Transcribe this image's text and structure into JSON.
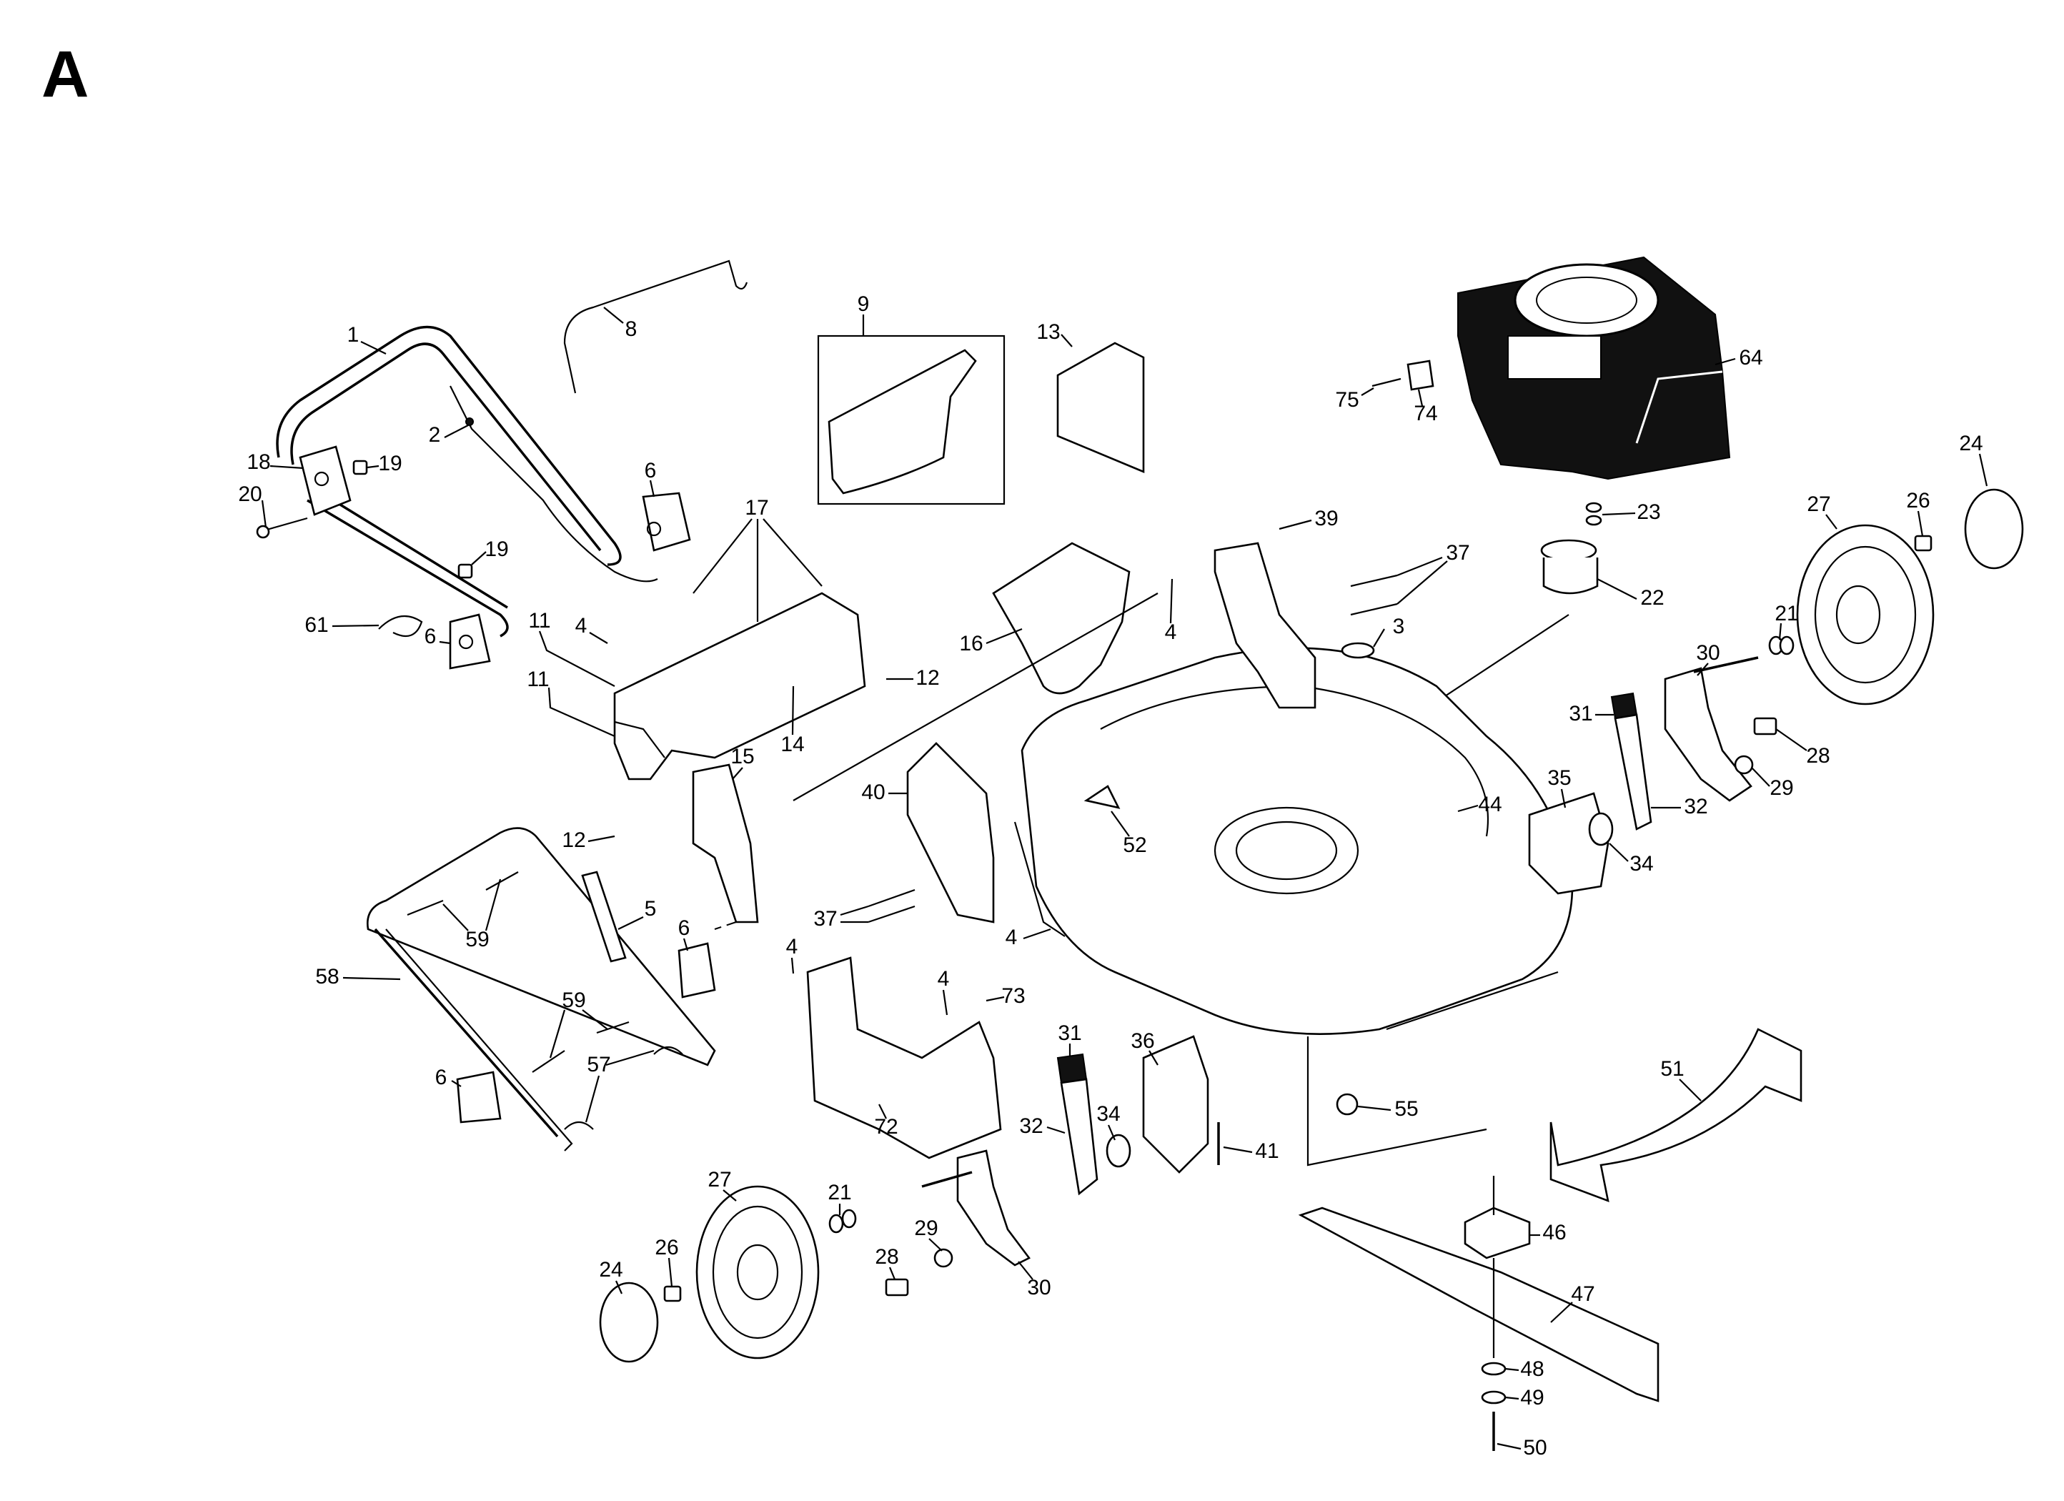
{
  "section_letter": "A",
  "callouts": [
    {
      "id": "c1",
      "label": "1"
    },
    {
      "id": "c2",
      "label": "2"
    },
    {
      "id": "c8",
      "label": "8"
    },
    {
      "id": "c9",
      "label": "9"
    },
    {
      "id": "c13",
      "label": "13"
    },
    {
      "id": "c64",
      "label": "64"
    },
    {
      "id": "c75",
      "label": "75"
    },
    {
      "id": "c74",
      "label": "74"
    },
    {
      "id": "c24a",
      "label": "24"
    },
    {
      "id": "c18",
      "label": "18"
    },
    {
      "id": "c19a",
      "label": "19"
    },
    {
      "id": "c20",
      "label": "20"
    },
    {
      "id": "c6a",
      "label": "6"
    },
    {
      "id": "c17",
      "label": "17"
    },
    {
      "id": "c19b",
      "label": "19"
    },
    {
      "id": "c39",
      "label": "39"
    },
    {
      "id": "c23",
      "label": "23"
    },
    {
      "id": "c27a",
      "label": "27"
    },
    {
      "id": "c26a",
      "label": "26"
    },
    {
      "id": "c37a",
      "label": "37"
    },
    {
      "id": "c22",
      "label": "22"
    },
    {
      "id": "c61",
      "label": "61"
    },
    {
      "id": "c6b",
      "label": "6"
    },
    {
      "id": "c11a",
      "label": "11"
    },
    {
      "id": "c4a",
      "label": "4"
    },
    {
      "id": "c16",
      "label": "16"
    },
    {
      "id": "c4b",
      "label": "4"
    },
    {
      "id": "c3",
      "label": "3"
    },
    {
      "id": "c21a",
      "label": "21"
    },
    {
      "id": "c30a",
      "label": "30"
    },
    {
      "id": "c12a",
      "label": "12"
    },
    {
      "id": "c11b",
      "label": "11"
    },
    {
      "id": "c14",
      "label": "14"
    },
    {
      "id": "c31a",
      "label": "31"
    },
    {
      "id": "c28a",
      "label": "28"
    },
    {
      "id": "c15",
      "label": "15"
    },
    {
      "id": "c35",
      "label": "35"
    },
    {
      "id": "c29a",
      "label": "29"
    },
    {
      "id": "c40",
      "label": "40"
    },
    {
      "id": "c44",
      "label": "44"
    },
    {
      "id": "c32a",
      "label": "32"
    },
    {
      "id": "c52",
      "label": "52"
    },
    {
      "id": "c34a",
      "label": "34"
    },
    {
      "id": "c12b",
      "label": "12"
    },
    {
      "id": "c5",
      "label": "5"
    },
    {
      "id": "c37b",
      "label": "37"
    },
    {
      "id": "c59a",
      "label": "59"
    },
    {
      "id": "c6c",
      "label": "6"
    },
    {
      "id": "c4c",
      "label": "4"
    },
    {
      "id": "c4d",
      "label": "4"
    },
    {
      "id": "c58",
      "label": "58"
    },
    {
      "id": "c4e",
      "label": "4"
    },
    {
      "id": "c73",
      "label": "73"
    },
    {
      "id": "c59b",
      "label": "59"
    },
    {
      "id": "c31b",
      "label": "31"
    },
    {
      "id": "c36",
      "label": "36"
    },
    {
      "id": "c57",
      "label": "57"
    },
    {
      "id": "c51",
      "label": "51"
    },
    {
      "id": "c6d",
      "label": "6"
    },
    {
      "id": "c34b",
      "label": "34"
    },
    {
      "id": "c55",
      "label": "55"
    },
    {
      "id": "c32b",
      "label": "32"
    },
    {
      "id": "c72",
      "label": "72"
    },
    {
      "id": "c41",
      "label": "41"
    },
    {
      "id": "c27b",
      "label": "27"
    },
    {
      "id": "c21b",
      "label": "21"
    },
    {
      "id": "c46",
      "label": "46"
    },
    {
      "id": "c26b",
      "label": "26"
    },
    {
      "id": "c29b",
      "label": "29"
    },
    {
      "id": "c24b",
      "label": "24"
    },
    {
      "id": "c28b",
      "label": "28"
    },
    {
      "id": "c30b",
      "label": "30"
    },
    {
      "id": "c47",
      "label": "47"
    },
    {
      "id": "c48",
      "label": "48"
    },
    {
      "id": "c49",
      "label": "49"
    },
    {
      "id": "c50",
      "label": "50"
    }
  ]
}
